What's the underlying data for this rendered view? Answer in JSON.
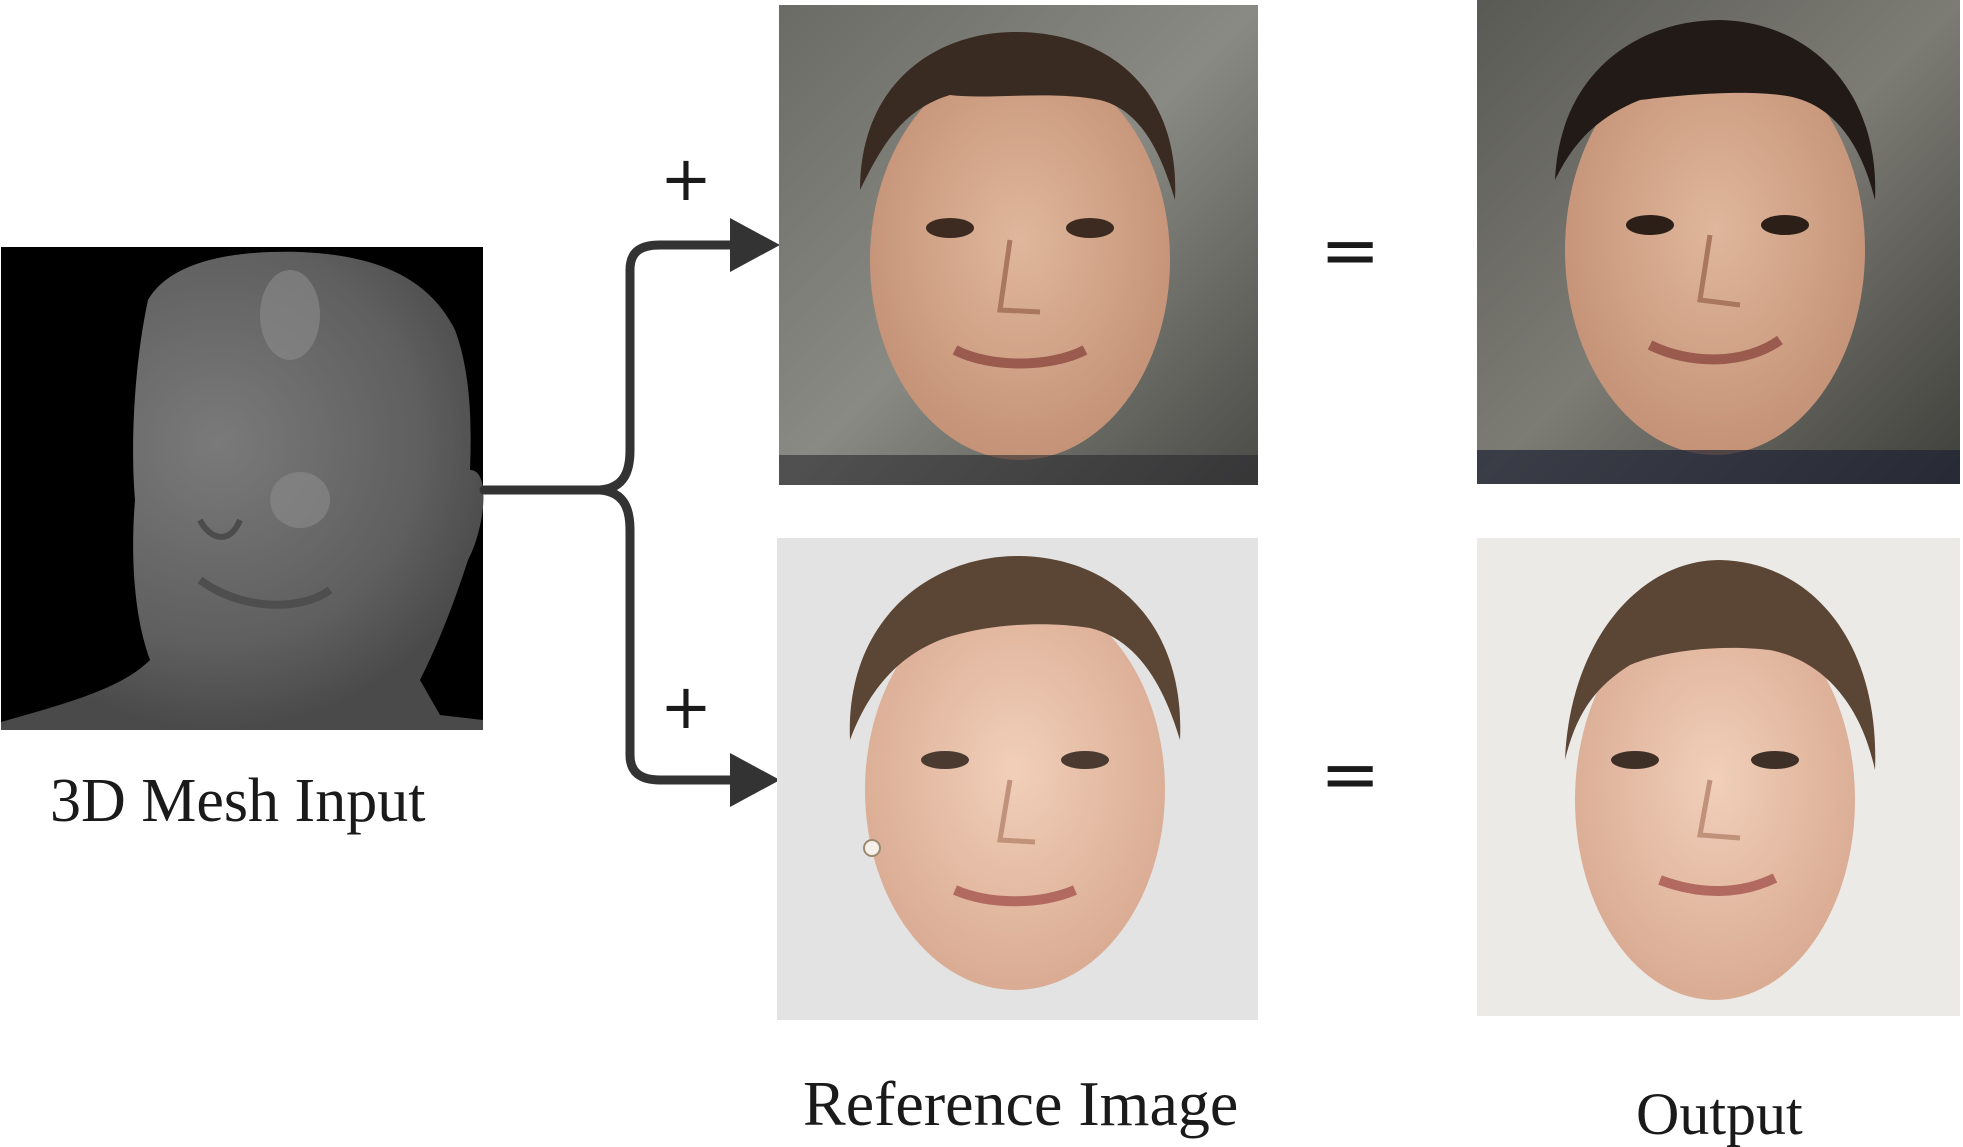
{
  "figure": {
    "input_caption": "3D Mesh Input",
    "reference_caption": "Reference Image",
    "output_caption": "Output",
    "plus_symbol": "+",
    "equals_symbol": "=",
    "rows": [
      {
        "reference": "male-face-reference",
        "output": "male-face-output"
      },
      {
        "reference": "female-face-reference",
        "output": "female-face-output"
      }
    ]
  }
}
